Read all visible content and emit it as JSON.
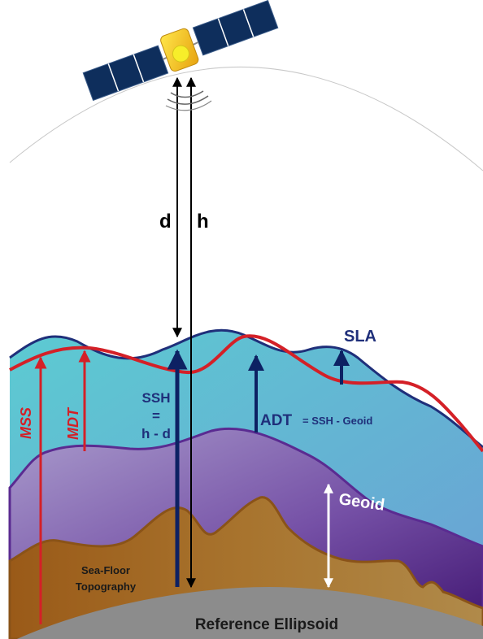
{
  "labels": {
    "d": "d",
    "h": "h",
    "sla": "SLA",
    "ssh_line1": "SSH",
    "ssh_line2": "=",
    "ssh_line3": "h - d",
    "adt": "ADT",
    "adt_formula": "= SSH - Geoid",
    "mss": "MSS",
    "mdt": "MDT",
    "geoid": "Geoid",
    "seafloor_line1": "Sea-Floor",
    "seafloor_line2": "Topography",
    "ellipsoid": "Reference Ellipsoid"
  },
  "colors": {
    "sea_surface": "#1f2f7a",
    "mean_sea_surface": "#d42027",
    "navy_arrow": "#0d2163",
    "ocean_light": "#5fc7d3",
    "ocean_deep": "#6aa5d4",
    "geoid_light": "#a591c8",
    "geoid_dark": "#4b1f7e",
    "seafloor": "#9c6a2a",
    "ellipsoid": "#8c8c8c",
    "satellite_panel": "#0e2e5c",
    "satellite_body": "#f2c318"
  }
}
